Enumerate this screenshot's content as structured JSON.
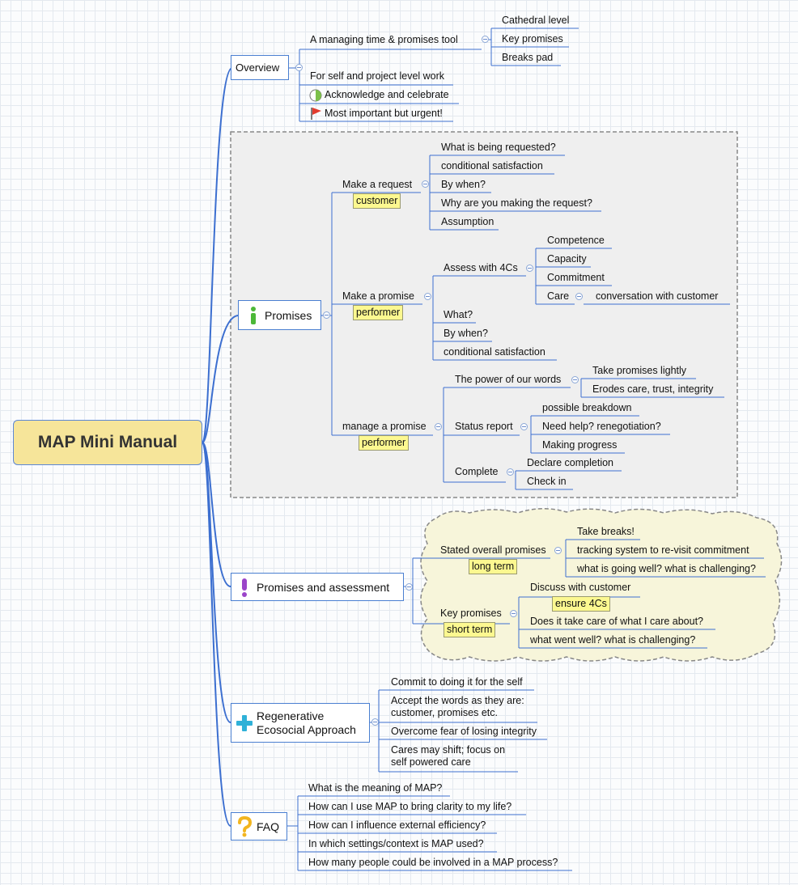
{
  "root": {
    "title": "MAP Mini Manual"
  },
  "overview": {
    "label": "Overview",
    "tool_label": "A managing time & promises tool",
    "tool_children": [
      "Cathedral level",
      "Key promises",
      "Breaks pad"
    ],
    "items": [
      "For self and project level work",
      "Acknowledge and celebrate",
      "Most important but urgent!"
    ]
  },
  "promises": {
    "label": "Promises",
    "request": {
      "label": "Make a request",
      "tag": "customer",
      "children": [
        "What is being requested?",
        "conditional satisfaction",
        "By when?",
        "Why are you making the request?",
        "Assumption"
      ]
    },
    "promise": {
      "label": "Make a promise",
      "tag": "performer",
      "assess_label": "Assess with 4Cs",
      "fourcs": [
        "Competence",
        "Capacity",
        "Commitment",
        "Care"
      ],
      "care_detail": "conversation with customer",
      "children": [
        "What?",
        "By when?",
        "conditional satisfaction"
      ]
    },
    "manage": {
      "label": "manage a promise",
      "tag": "performer",
      "power_label": "The power of our words",
      "power_children": [
        "Take promises lightly",
        "Erodes care, trust, integrity"
      ],
      "status_label": "Status report",
      "status_children": [
        "possible breakdown",
        "Need help? renegotiation?",
        "Making progress"
      ],
      "complete_label": "Complete",
      "complete_children": [
        "Declare completion",
        "Check in"
      ]
    }
  },
  "assessment": {
    "label": "Promises and assessment",
    "overall": {
      "label": "Stated overall promises",
      "tag": "long term",
      "children": [
        "Take breaks!",
        "tracking system to re-visit commitment",
        "what is going well? what is challenging?"
      ]
    },
    "key": {
      "label": "Key promises",
      "tag": "short term",
      "discuss": "Discuss with customer",
      "discuss_tag": "ensure 4Cs",
      "children": [
        "Does it take care of what I care about?",
        "what went well? what is challenging?"
      ]
    }
  },
  "regenerative": {
    "label_line1": "Regenerative",
    "label_line2": "Ecosocial Approach",
    "items": [
      {
        "line1": "Commit to doing it for the self",
        "line2": ""
      },
      {
        "line1": "Accept the words as they are:",
        "line2": "customer, promises etc."
      },
      {
        "line1": "Overcome fear of losing integrity",
        "line2": ""
      },
      {
        "line1": "Cares may shift; focus on",
        "line2": "self powered care"
      }
    ]
  },
  "faq": {
    "label": "FAQ",
    "items": [
      "What is the meaning of MAP?",
      "How can I use MAP to bring clarity to my life?",
      "How can I influence external efficiency?",
      "In which settings/context is MAP used?",
      "How many people could be involved in a MAP process?"
    ]
  },
  "colors": {
    "line": "#3c6fd0",
    "highlight": "#fcf890",
    "root_fill": "#f6e59a",
    "cloud_fill": "#f7f5da",
    "boundary_fill": "#efefef"
  },
  "icons": [
    "half-circle-progress-icon",
    "red-flag-icon",
    "info-icon",
    "exclamation-icon",
    "plus-icon",
    "question-icon"
  ]
}
